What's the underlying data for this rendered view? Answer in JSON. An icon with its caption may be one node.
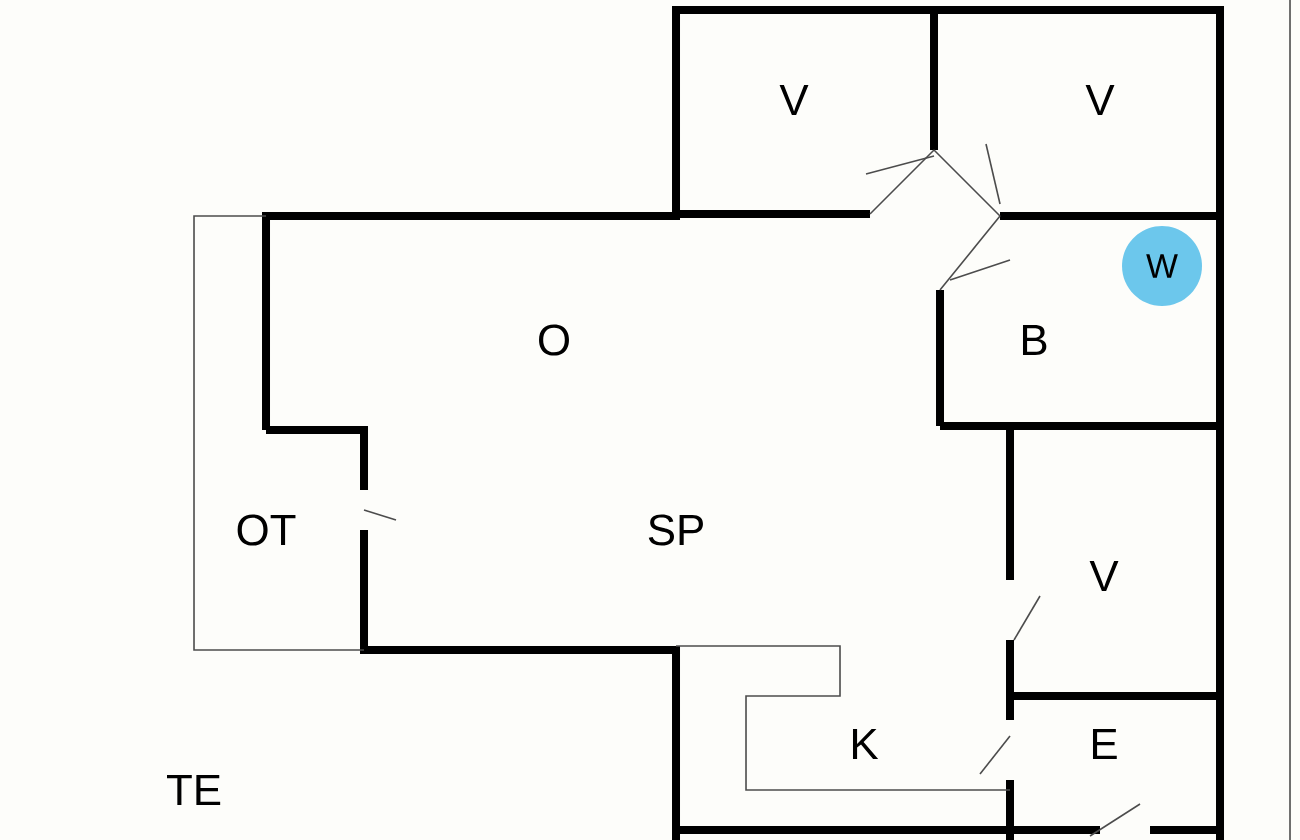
{
  "diagram": {
    "nodes": [
      {
        "text": [
          "W"
        ]
      }
    ],
    "labels": [
      "V",
      "V",
      "O",
      "B",
      "OT",
      "SP",
      "V",
      "K",
      "E",
      "TE"
    ]
  }
}
